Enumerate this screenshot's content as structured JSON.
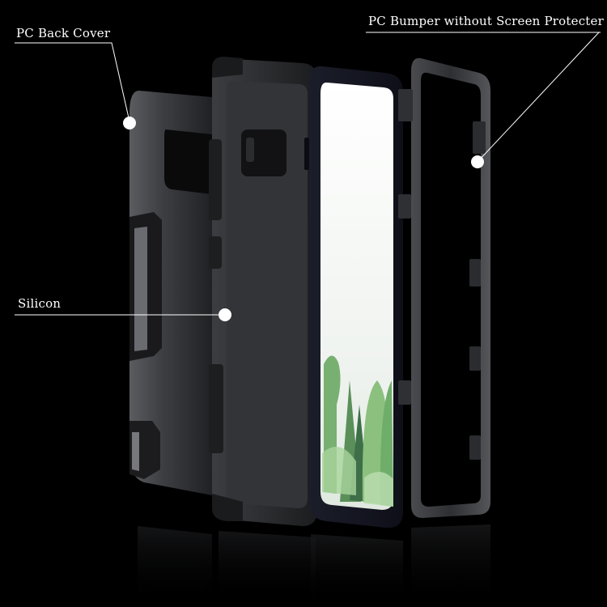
{
  "callouts": {
    "back_cover": "PC Back Cover",
    "bumper": "PC Bumper without Screen Protecter",
    "silicon": "Silicon"
  },
  "colors": {
    "background": "#000000",
    "label_text": "#ffffff",
    "case_dark": "#2a2a2c",
    "case_mid": "#3a3a3d",
    "screen": "#eef2ee",
    "tree_green": "#6fae6a"
  }
}
